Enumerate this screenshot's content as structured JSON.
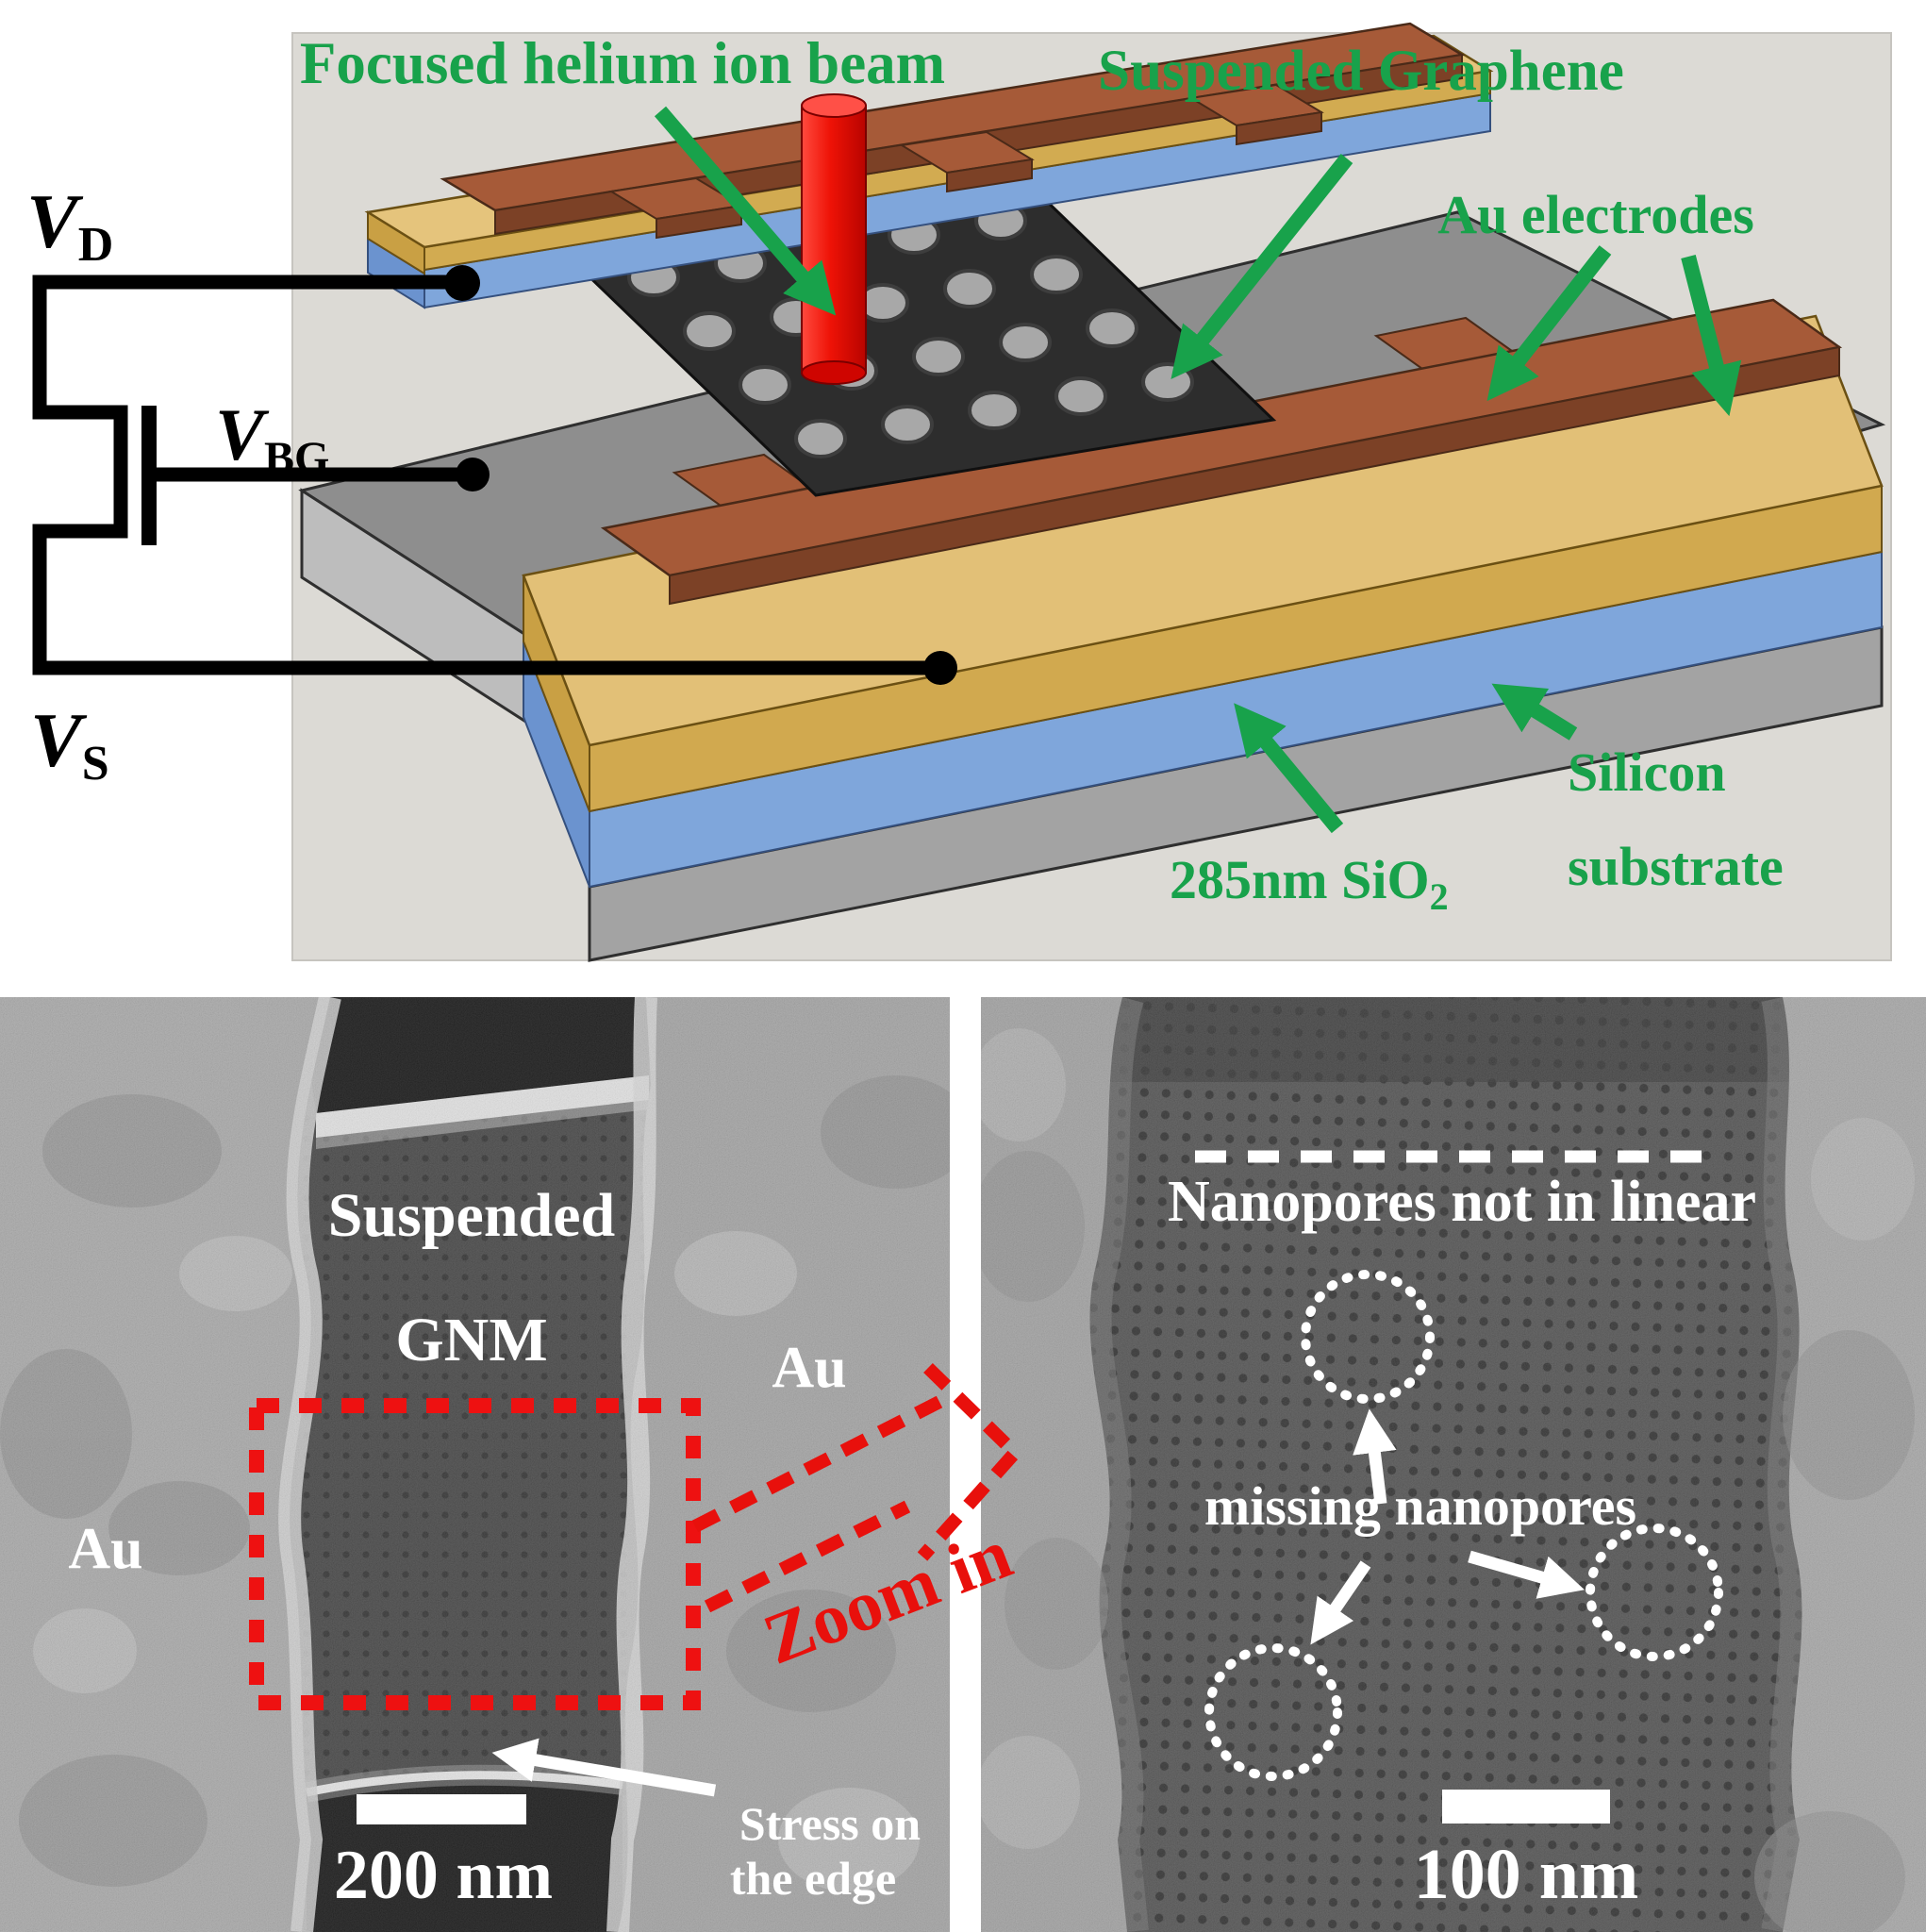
{
  "schematic": {
    "labels": {
      "beam": "Focused helium ion beam",
      "graphene": "Suspended Graphene",
      "electrodes": "Au electrodes",
      "oxide_main": "285nm SiO",
      "oxide_sub": "2",
      "substrate_line1": "Silicon",
      "substrate_line2": "substrate"
    },
    "circuit": {
      "drain_main": "V",
      "drain_sub": "D",
      "backgate_main": "V",
      "backgate_sub": "BG",
      "source_main": "V",
      "source_sub": "S"
    },
    "colors": {
      "annotation_green": "#18a24b",
      "beam_red": "#e02318",
      "gold": "#e2c077",
      "oxide_blue": "#7fa6db",
      "silicon_gray": "#8e8e8e",
      "electrode_brown": "#a65a38",
      "graphene_black": "#2d2d2d",
      "panel_background": "#dcdad5"
    }
  },
  "sem_left": {
    "label_line1": "Suspended",
    "label_line2": "GNM",
    "au_label_left": "Au",
    "au_label_right": "Au",
    "scale_bar": "200 nm",
    "stress_line1": "Stress on",
    "stress_line2": "the edge"
  },
  "zoom_callout": {
    "label": "Zoom in",
    "color": "#e8100c"
  },
  "sem_right": {
    "linearity_note": "Nanopores not in linear",
    "missing_note": "missing nanopores",
    "scale_bar": "100 nm"
  }
}
